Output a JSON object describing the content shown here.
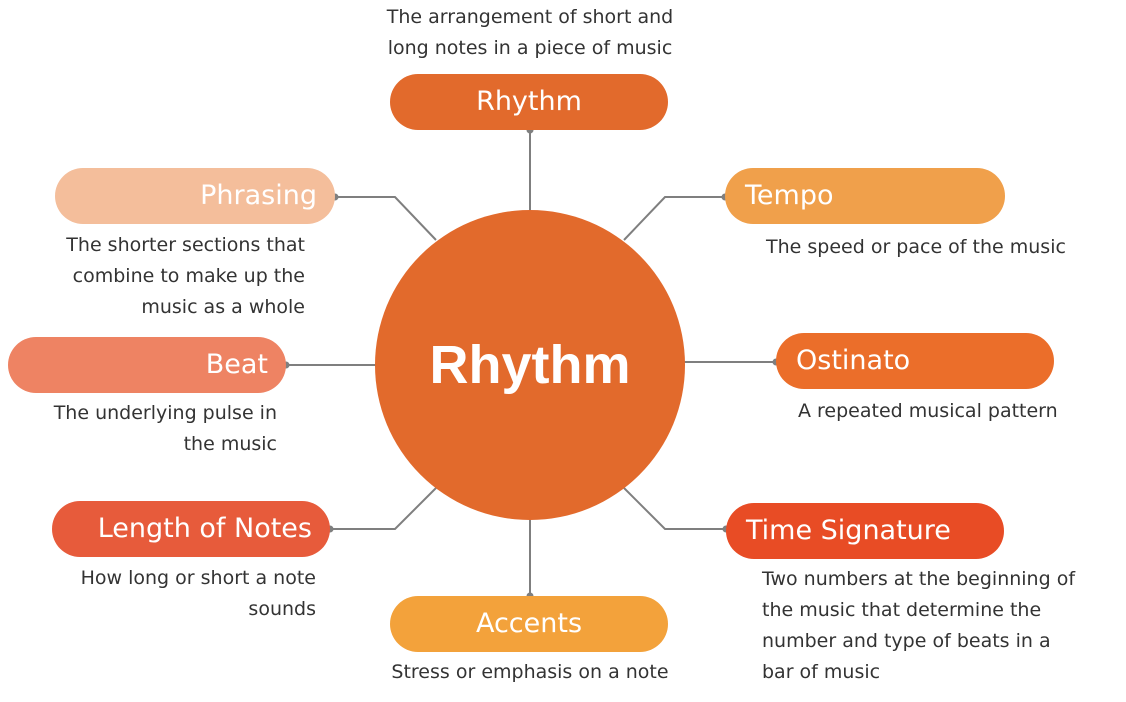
{
  "center": {
    "label": "Rhythm",
    "color": "#E26A2C"
  },
  "line_color": "#7F7F7F",
  "nodes": [
    {
      "id": "top",
      "label": "Rhythm",
      "color": "#E26A2C",
      "description": "The arrangement of short and\nlong notes in a piece of music"
    },
    {
      "id": "phrasing",
      "label": "Phrasing",
      "color": "#F4BE9B",
      "description": "The shorter sections that\ncombine to make up the\nmusic as a whole"
    },
    {
      "id": "tempo",
      "label": "Tempo",
      "color": "#F0A04B",
      "description": "The speed or pace of the music"
    },
    {
      "id": "beat",
      "label": "Beat",
      "color": "#EE8363",
      "description": "The underlying pulse in\nthe music"
    },
    {
      "id": "ostinato",
      "label": "Ostinato",
      "color": "#EB6E2A",
      "description": "A repeated musical pattern"
    },
    {
      "id": "length",
      "label": "Length of Notes",
      "color": "#E75B3B",
      "description": "How long or short a note\nsounds"
    },
    {
      "id": "timesig",
      "label": "Time Signature",
      "color": "#E84C25",
      "description": "Two numbers at the beginning of\nthe music that determine the\nnumber and type of beats in a\nbar of music"
    },
    {
      "id": "accents",
      "label": "Accents",
      "color": "#F3A23B",
      "description": "Stress or emphasis on a note"
    }
  ]
}
